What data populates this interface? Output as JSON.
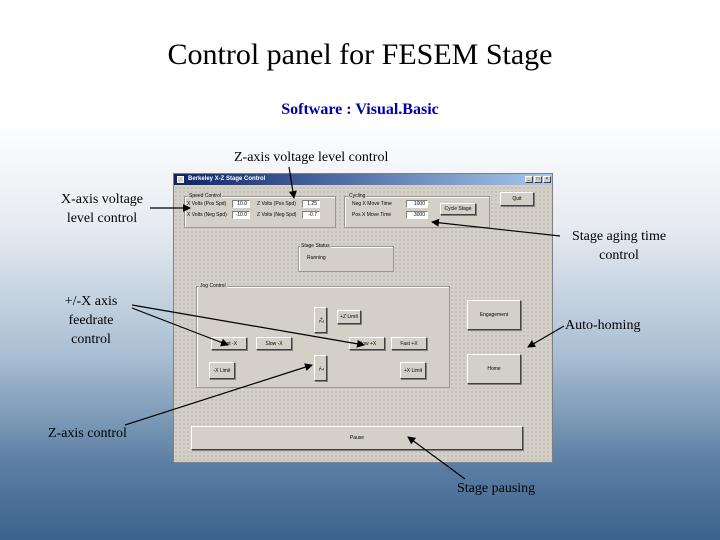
{
  "slide": {
    "title": "Control panel for FESEM Stage",
    "subtitle": "Software : Visual.Basic"
  },
  "callouts": {
    "z_voltage": "Z-axis voltage level control",
    "x_voltage_line1": "X-axis voltage",
    "x_voltage_line2": "level control",
    "aging_line1": "Stage aging time",
    "aging_line2": "control",
    "feedrate_line1": "+/-X axis",
    "feedrate_line2": "feedrate",
    "feedrate_line3": "control",
    "homing": "Auto-homing",
    "z_axis": "Z-axis control",
    "pausing": "Stage pausing"
  },
  "window": {
    "title": "Berkeley X-Z Stage Control",
    "min_label": "_",
    "max_label": "□",
    "close_label": "×"
  },
  "speed_control": {
    "label": "Speed Control",
    "x_pos_label": "X Volts (Pos Spd)",
    "x_pos_value": "10.0",
    "x_neg_label": "X Volts (Neg Spd)",
    "x_neg_value": "-10.0",
    "z_pos_label": "Z Volts (Pos Spd)",
    "z_pos_value": "1.25",
    "z_neg_label": "Z Volts (Neg Spd)",
    "z_neg_value": "-0.7"
  },
  "cycling": {
    "label": "Cycling",
    "neg_label": "Neg X Move Time",
    "neg_value": "1000",
    "pos_label": "Pos X Move Time",
    "pos_value": "3000",
    "cycle_button": "Cycle Stage"
  },
  "quit_button": "Quit",
  "stage_status": {
    "label": "Stage Status",
    "value": "Running"
  },
  "jog_control": {
    "label": "Jog Control",
    "plus_z": "+Z",
    "plus_z_limit": "+Z Limit",
    "fast_minus_x": "Fast -X",
    "slow_minus_x": "Slow -X",
    "slow_plus_x": "Slow +X",
    "fast_plus_x": "Fast +X",
    "minus_z": "-Z",
    "minus_x_limit": "-X Limit",
    "plus_x_limit": "+X Limit"
  },
  "engagement_button": "Engagement",
  "home_button": "Home",
  "pause_button": "Pause"
}
